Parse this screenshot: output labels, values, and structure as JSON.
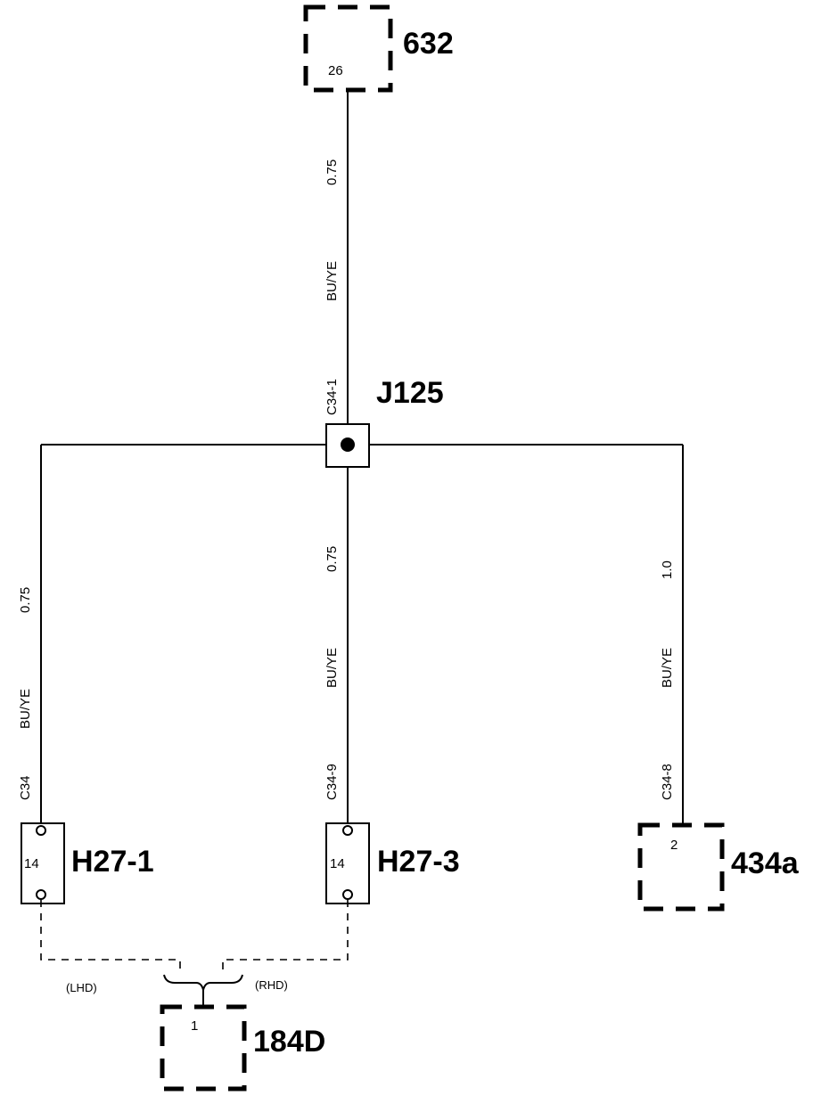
{
  "components": {
    "c632": {
      "label": "632",
      "pin": "26"
    },
    "c434a": {
      "label": "434a",
      "pin": "2"
    },
    "c184d": {
      "label": "184D",
      "pin": "1"
    },
    "h27_1": {
      "label": "H27-1",
      "pin": "14"
    },
    "h27_3": {
      "label": "H27-3",
      "pin": "14"
    },
    "j125": {
      "label": "J125"
    }
  },
  "wires": {
    "top": {
      "gauge": "0.75",
      "color": "BU/YE",
      "connector": "C34-1"
    },
    "left": {
      "gauge": "0.75",
      "color": "BU/YE",
      "connector": "C34"
    },
    "middle": {
      "gauge": "0.75",
      "color": "BU/YE",
      "connector": "C34-9"
    },
    "right": {
      "gauge": "1.0",
      "color": "BU/YE",
      "connector": "C34-8"
    }
  },
  "options": {
    "lhd": "(LHD)",
    "rhd": "(RHD)"
  },
  "colors": {
    "ink": "#000000",
    "paper": "#ffffff"
  }
}
